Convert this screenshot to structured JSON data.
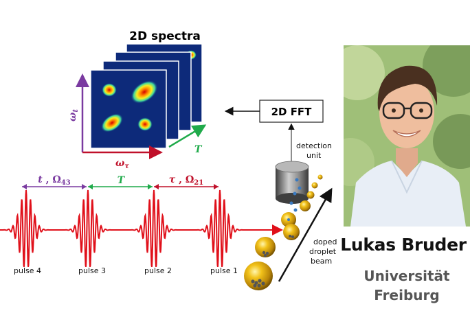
{
  "spectra_title": "2D spectra",
  "axis_omega_tau": "ω",
  "axis_omega_tau_sub": "τ",
  "axis_omega_t": "ω",
  "axis_omega_t_sub": "t",
  "axis_T": "T",
  "fft_label": "2D FFT",
  "detection_line1": "detection",
  "detection_line2": "unit",
  "beam_line1": "doped",
  "beam_line2": "droplet",
  "beam_line3": "beam",
  "interval_t": "t",
  "interval_t_omega": "Ω",
  "interval_t_omega_sub": "43",
  "interval_T": "T",
  "interval_tau": "τ",
  "interval_tau_omega": "Ω",
  "interval_tau_omega_sub": "21",
  "pulses": [
    "pulse 4",
    "pulse 3",
    "pulse 2",
    "pulse 1"
  ],
  "person_name": "Lukas Bruder",
  "affiliation_line1": "Universität",
  "affiliation_line2": "Freiburg",
  "colors": {
    "pulse": "#e0101a",
    "axis_tau": "#c0102a",
    "axis_t": "#7a3aa0",
    "axis_T": "#1faa4a",
    "spectrum_bg": "#0d2a7a"
  }
}
